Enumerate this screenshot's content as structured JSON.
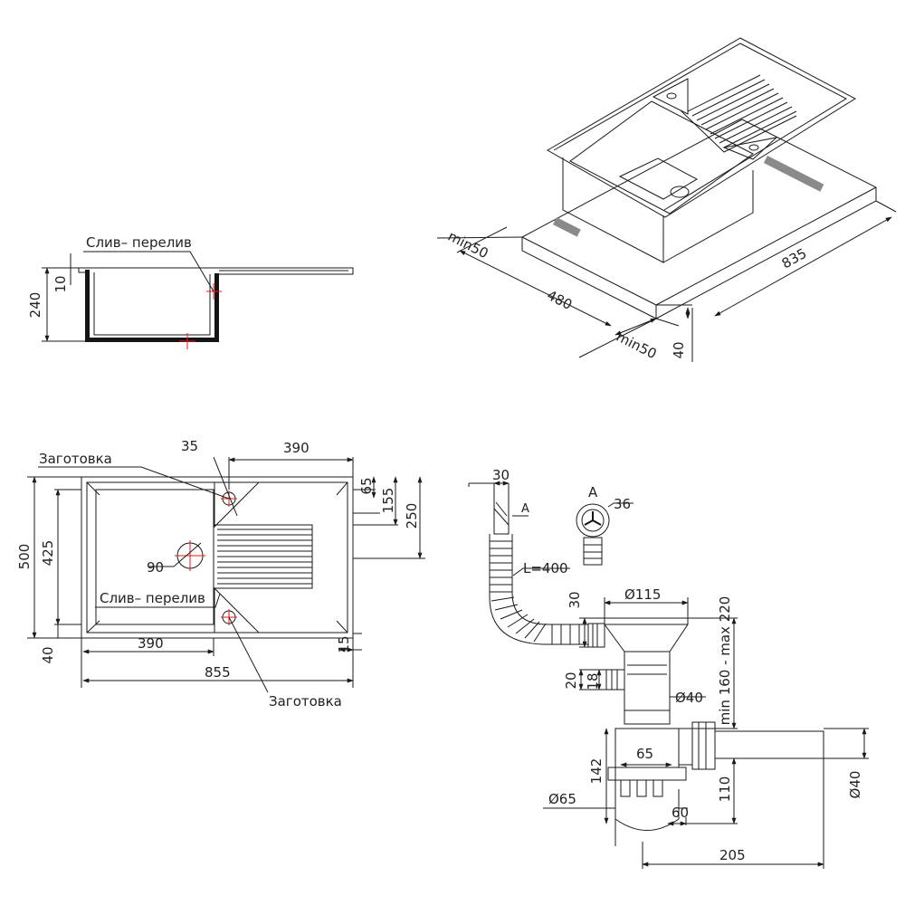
{
  "colors": {
    "line": "#1a1a1a",
    "center_mark": "#e31b1b",
    "background": "#ffffff"
  },
  "section_view": {
    "callout_overflow": "Слив– перелив",
    "dim_height": "240",
    "dim_rim": "10"
  },
  "iso_view": {
    "dim_length": "835",
    "dim_depth": "480",
    "dim_clear_back": "min50",
    "dim_clear_front": "min50",
    "dim_thickness": "40"
  },
  "plan_view": {
    "dim_corner": "35",
    "dim_bowl_top": "390",
    "dim_65": "65",
    "dim_155": "155",
    "dim_250": "250",
    "dim_500": "500",
    "dim_425": "425",
    "dim_hole": "90",
    "dim_40": "40",
    "dim_bowl_bottom": "390",
    "dim_15": "15",
    "dim_total": "855",
    "callout_blank_top": "Заготовка",
    "callout_overflow": "Слив– перелив",
    "callout_blank_bottom": "Заготовка"
  },
  "siphon_view": {
    "dim_30_top": "30",
    "label_A_small": "A",
    "label_A": "A",
    "dim_36": "36",
    "hose_length": "L=400",
    "dim_115": "Ø115",
    "dim_30": "30",
    "dim_range": "min 160 - max 220",
    "dim_20": "20",
    "dim_18": "18",
    "dim_d40_pipe": "Ø40",
    "dim_65": "65",
    "dim_142": "142",
    "dim_110": "110",
    "dim_d40_outlet": "Ø40",
    "dim_d65": "Ø65",
    "dim_60": "60",
    "dim_205": "205"
  }
}
